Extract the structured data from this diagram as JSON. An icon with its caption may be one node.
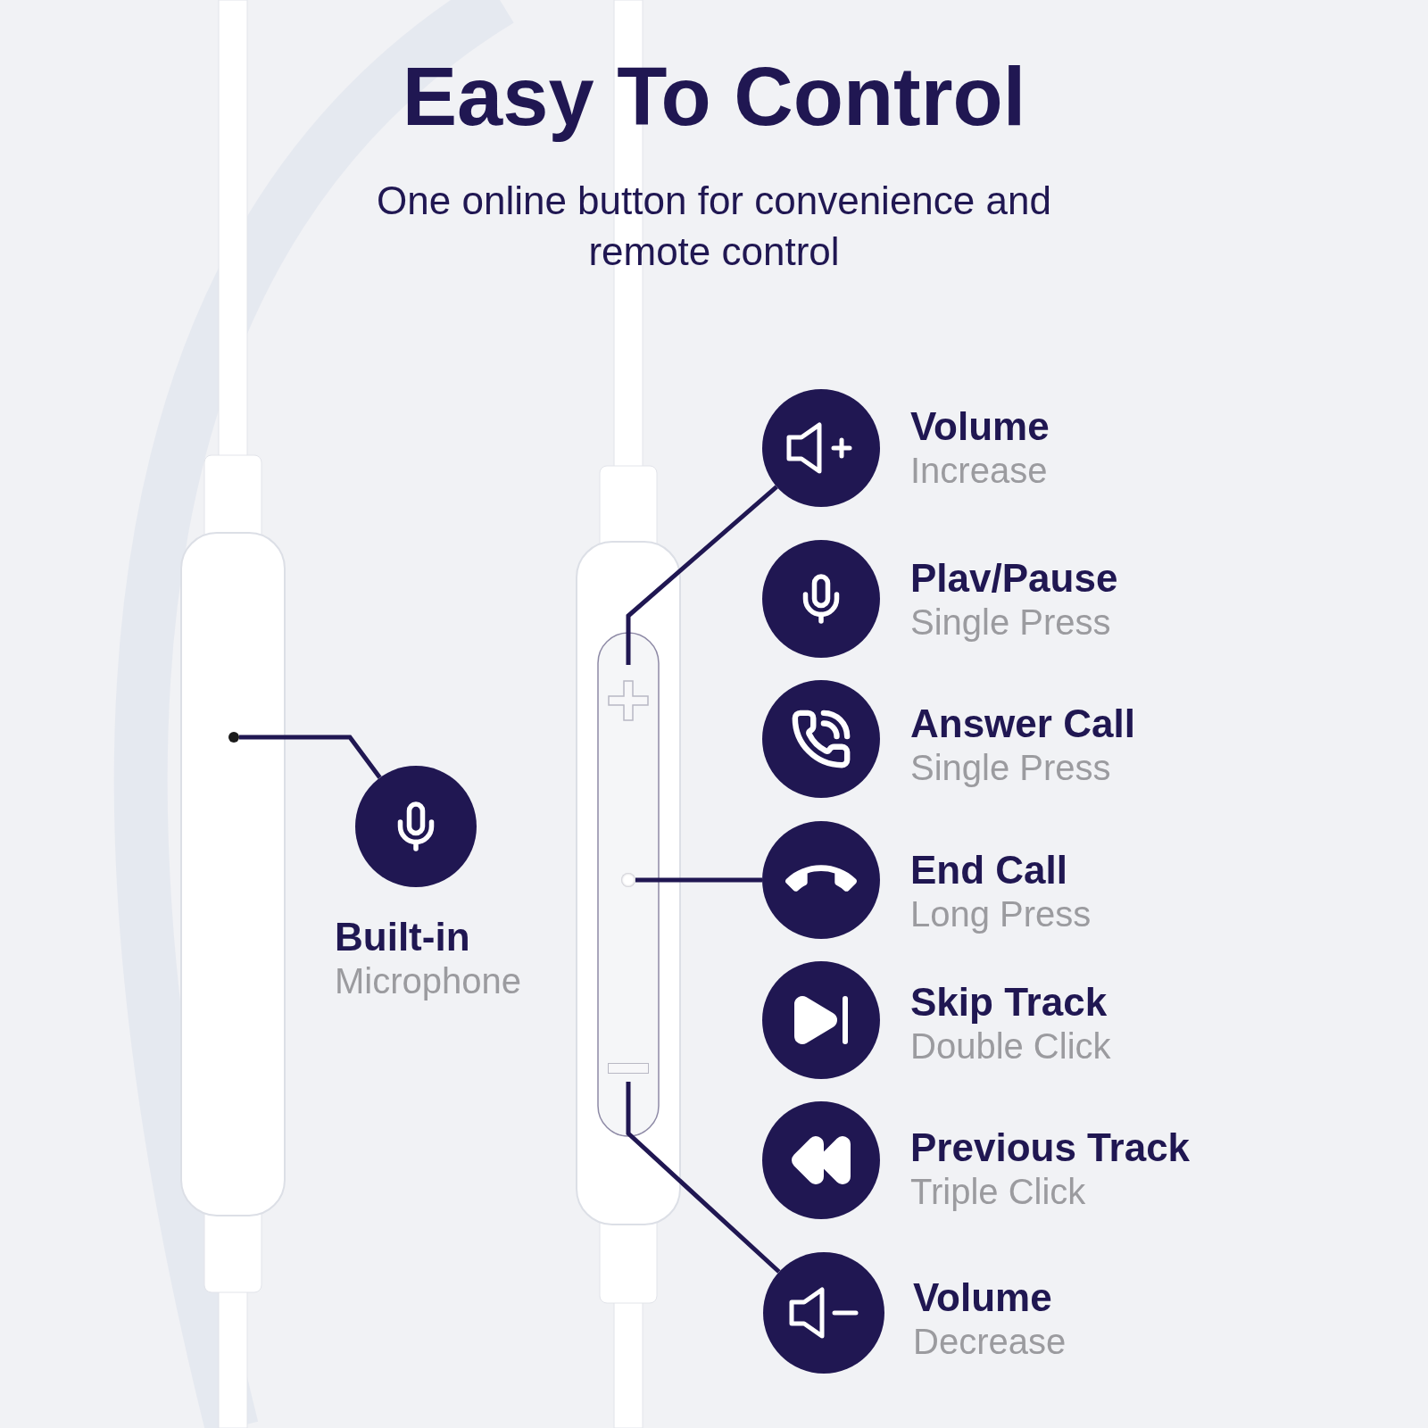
{
  "diagram": {
    "title": "Easy To Control",
    "caption": "One online button for convenience and remote control",
    "nodes": [
      {
        "text": [],
        "shape": "circle"
      },
      {
        "text": [
          "Built-in",
          "Microphone"
        ]
      },
      {
        "text": [],
        "shape": "box"
      },
      {
        "text": [],
        "shape": "circle"
      },
      {
        "text": [],
        "shape": "box"
      },
      {
        "text": [
          "Volume",
          "Increase"
        ]
      },
      {
        "text": [
          "Plav/Pause",
          "Single Press"
        ]
      },
      {
        "text": [
          "Answer Call",
          "Single Press"
        ]
      },
      {
        "text": [
          "End Call",
          "Long Press"
        ]
      },
      {
        "text": [
          "Skip Track",
          "Double Click"
        ]
      },
      {
        "text": [
          "Previous Track",
          "Triple Click"
        ]
      },
      {
        "text": [
          "Volume",
          "Decrease"
        ]
      }
    ],
    "edges": [
      {
        "from": 0,
        "to": 1,
        "arrow": "none"
      },
      {
        "from": 5,
        "to": 2,
        "arrow": "none"
      },
      {
        "from": 3,
        "to": 8,
        "arrow": "none"
      },
      {
        "from": 11,
        "to": 4,
        "arrow": "none"
      }
    ]
  }
}
